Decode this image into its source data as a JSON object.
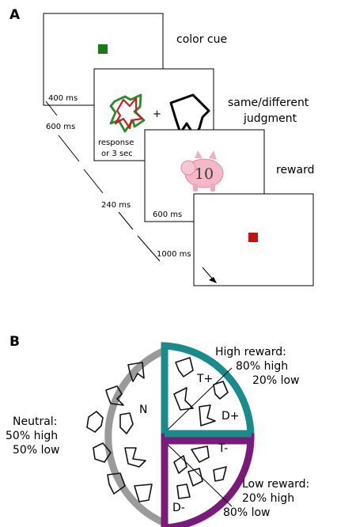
{
  "panel_a": {
    "label": "A",
    "screens": [
      {
        "name": "color-cue",
        "caption": "color cue",
        "time_label": "400 ms",
        "cue_color": "#1a7a1a"
      },
      {
        "name": "judgment",
        "caption_line1": "same/different",
        "caption_line2": "judgment",
        "time_label_line1": "response",
        "time_label_line2": "or 3 sec",
        "fixation": "+"
      },
      {
        "name": "reward",
        "caption": "reward",
        "time_label": "600 ms",
        "reward_value": "10"
      },
      {
        "name": "final-cue",
        "cue_color": "#c41212"
      }
    ],
    "intervals": [
      "600 ms",
      "240 ms",
      "1000 ms"
    ]
  },
  "panel_b": {
    "label": "B",
    "neutral": {
      "line1": "Neutral:",
      "line2": "50% high",
      "line3": "50% low",
      "tag": "N",
      "color": "#9a9a9a"
    },
    "high": {
      "line1": "High reward:",
      "line2": "80% high",
      "line3": "20% low",
      "tag_t": "T+",
      "tag_d": "D+",
      "color": "#1a8a8a"
    },
    "low": {
      "line1": "Low reward:",
      "line2": "20% high",
      "line3": "80% low",
      "tag_t": "T-",
      "tag_d": "D-",
      "color": "#7a1a7a"
    }
  }
}
